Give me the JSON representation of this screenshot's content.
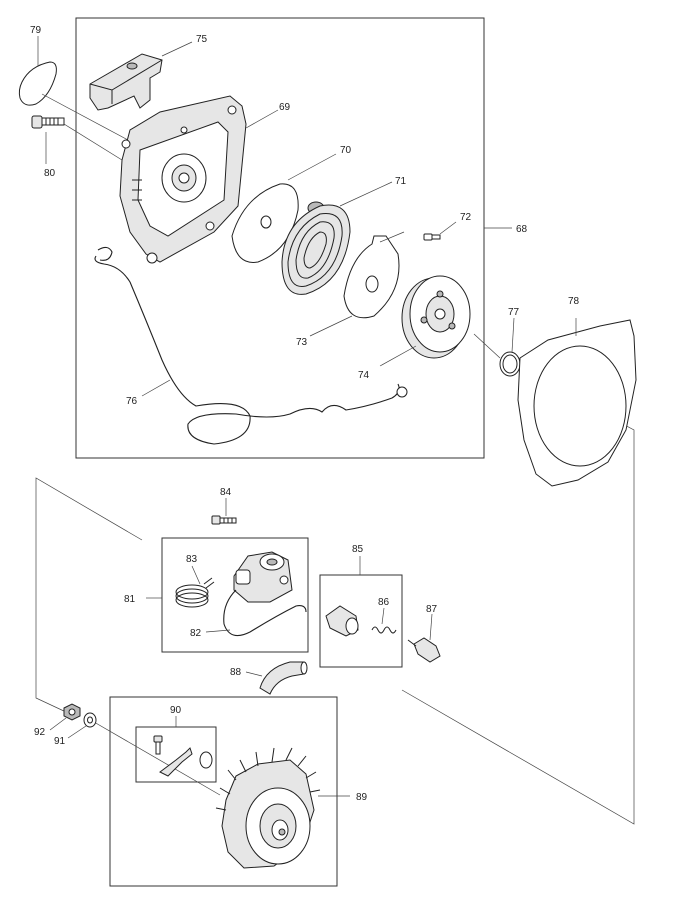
{
  "part_numbers": {
    "p68": "68",
    "p69": "69",
    "p70": "70",
    "p71": "71",
    "p72": "72",
    "p73": "73",
    "p74": "74",
    "p75": "75",
    "p76": "76",
    "p77": "77",
    "p78": "78",
    "p79": "79",
    "p80": "80",
    "p81": "81",
    "p82": "82",
    "p83": "83",
    "p84": "84",
    "p85": "85",
    "p86": "86",
    "p87": "87",
    "p88": "88",
    "p89": "89",
    "p90": "90",
    "p91": "91",
    "p92": "92"
  }
}
